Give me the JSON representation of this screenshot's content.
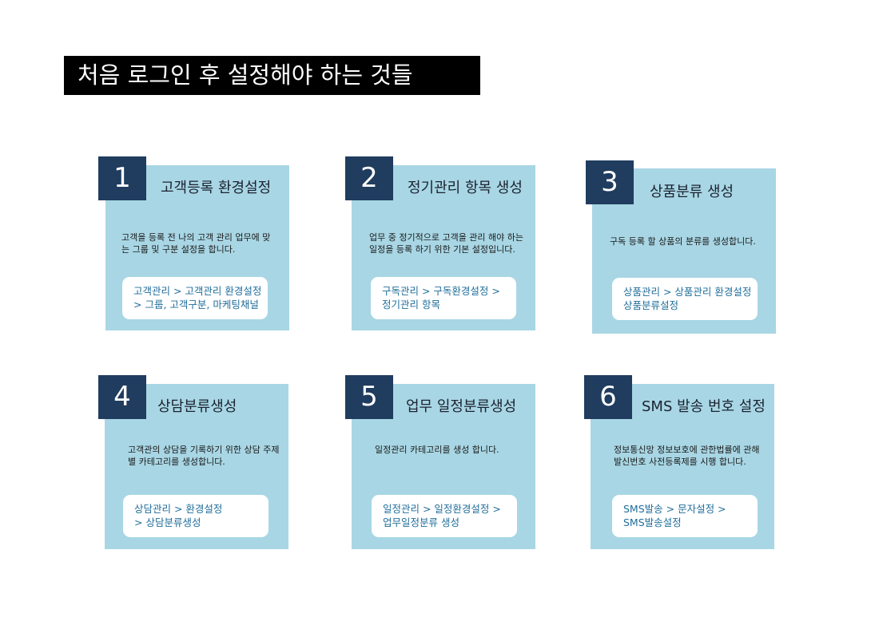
{
  "title": "처음 로그인 후 설정해야 하는 것들",
  "cards": [
    {
      "number": "1",
      "title": "고객등록 환경설정",
      "description": "고객을 등록 전 나의 고객 관리 업무에 맞는 그룹 및 구분 설정을 합니다.",
      "path_lines": [
        "고객관리 > 고객관리 환경설정",
        "> 그룹, 고객구분, 마케팅채널"
      ]
    },
    {
      "number": "2",
      "title": "정기관리 항목 생성",
      "description": "업무 중 정기적으로 고객을 관리 해야 하는 일정을 등록 하기 위한 기본 설정입니다.",
      "path_lines": [
        "구독관리 > 구독환경설정 >",
        "정기관리 항목"
      ]
    },
    {
      "number": "3",
      "title": "상품분류 생성",
      "description": "구독 등록 할 상품의 분류를 생성합니다.",
      "path_lines": [
        "상품관리 > 상품관리 환경설정",
        "상품분류설정"
      ]
    },
    {
      "number": "4",
      "title": "상담분류생성",
      "description": "고객관의 상담을 기록하기 위한 상담 주제별 카테고리를 생성합니다.",
      "path_lines": [
        "상담관리 > 환경설정",
        "> 상담분류생성"
      ]
    },
    {
      "number": "5",
      "title": "업무 일정분류생성",
      "description": "일정관리 카테고리를 생성 합니다.",
      "path_lines": [
        "일정관리 > 일정환경설정 >",
        "업무일정분류 생성"
      ]
    },
    {
      "number": "6",
      "title": "SMS 발송 번호 설정",
      "description": "정보통신망 정보보호에 관한법률에 관해 발신번호 사전등록제를 시행 합니다.",
      "path_lines": [
        "SMS발송 > 문자설정 >",
        "SMS발송설정"
      ]
    }
  ]
}
